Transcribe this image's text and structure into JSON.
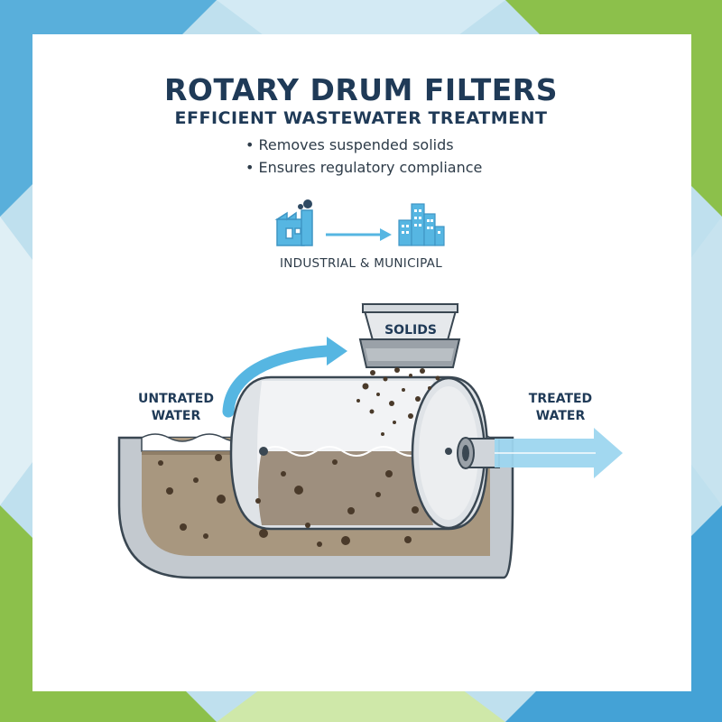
{
  "header": {
    "title": "ROTARY DRUM FILTERS",
    "subtitle": "EFFICIENT WASTEWATER TREATMENT"
  },
  "benefits": [
    "• Removes suspended solids",
    "• Ensures regulatory compliance"
  ],
  "sectors": {
    "label": "INDUSTRIAL & MUNICIPAL",
    "from_icon": "factory-icon",
    "to_icon": "city-buildings-icon"
  },
  "diagram": {
    "inlet_label": "UNTRATED\nWATER",
    "outlet_label": "TREATED\nWATER",
    "hopper_label": "SOLIDS"
  },
  "colors": {
    "title": "#1f3a57",
    "accent_blue": "#56b6e2",
    "accent_green": "#8cc04b",
    "sludge": "#8f7e67",
    "treated_flow": "#9dd6ef"
  }
}
